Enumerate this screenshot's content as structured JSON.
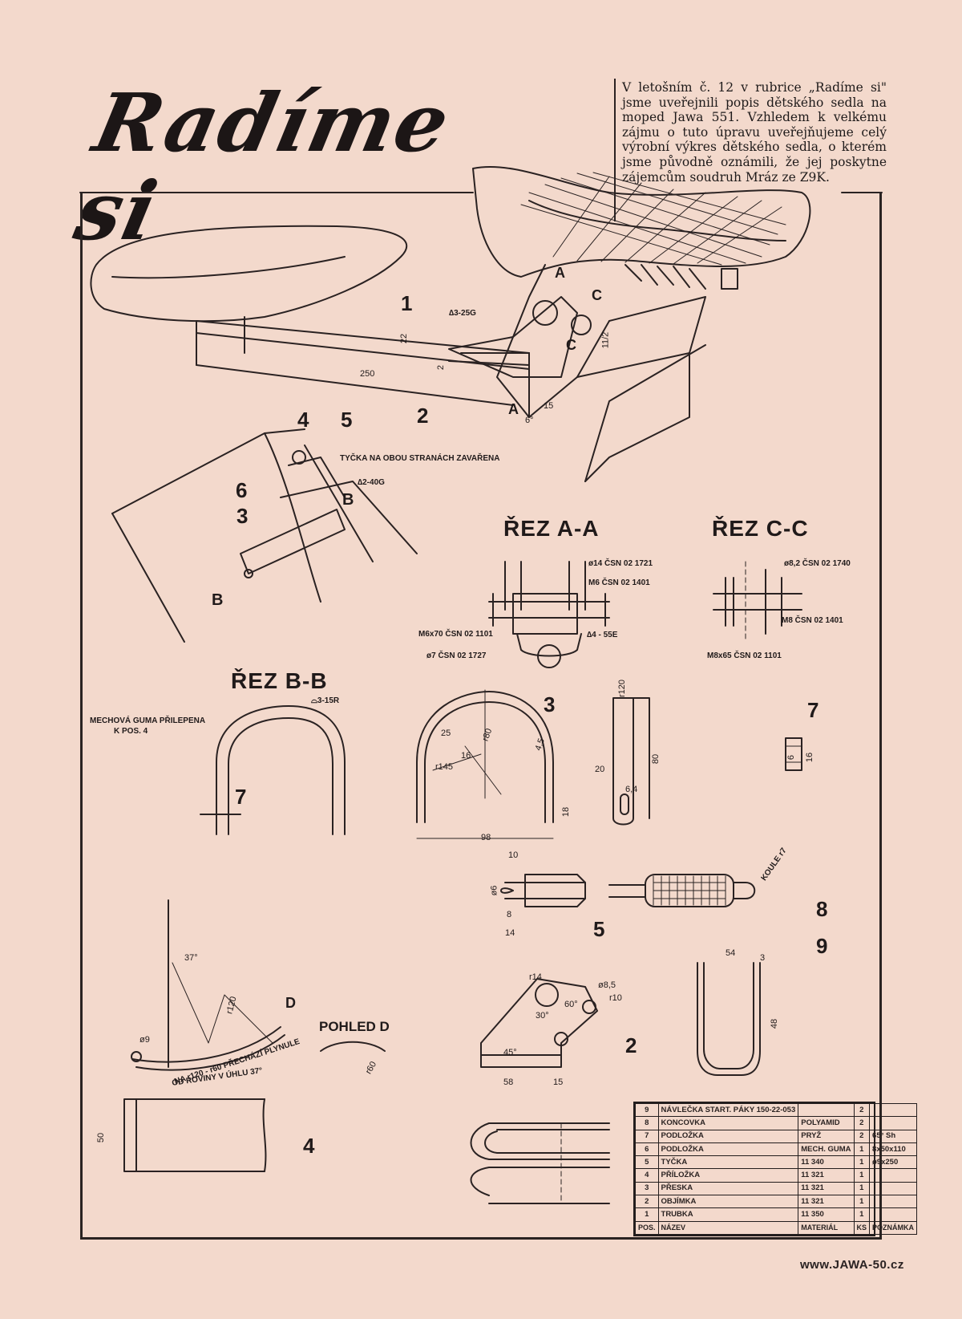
{
  "heading": "Radíme si",
  "intro": "V letošním č. 12 v rubrice „Radíme si\" jsme uveřejnili popis dětského sedla na moped Jawa 551. Vzhledem k velkému zájmu o tuto úpravu uveřejňujeme celý výrobní výkres dětského sedla, o kterém jsme původně oznámili, že jej poskytne zájemcům soudruh Mráz ze Z9K.",
  "sections": {
    "aa": "ŘEZ A-A",
    "cc": "ŘEZ C-C",
    "bb": "ŘEZ B-B",
    "d": "POHLED D"
  },
  "position_labels": [
    "1",
    "2",
    "3",
    "4",
    "5",
    "6",
    "7",
    "8",
    "9"
  ],
  "section_marks": [
    "A",
    "B",
    "C",
    "D"
  ],
  "notes": {
    "weld": "TYČKA NA OBOU STRANÁCH ZAVAŘENA",
    "rubber": "MECHOVÁ GUMA PŘILEPENA",
    "rubber_pos": "K POS. 4",
    "ball": "KOULE r7",
    "bend1": "NA r120 - r60 PŘECHÁZÍ PLYNULE",
    "bend2": "OD ROVINY V ÚHLU 37°",
    "standards": {
      "s1": "ø14 ČSN 02 1721",
      "s2": "M6 ČSN 02 1401",
      "s3": "M6x70 ČSN 02 1101",
      "s4": "ø7 ČSN 02 1727",
      "s5": "∆4 - 55E",
      "s6": "ø8,2 ČSN 02 1740",
      "s7": "M8 ČSN 02 1401",
      "s8": "M8x65 ČSN 02 1101"
    },
    "welds": {
      "w1": "∆3-25G",
      "w2": "∆2-40G",
      "w3": "⌓3-15R"
    }
  },
  "dimensions": {
    "d250": "250",
    "d22": "22",
    "d2": "2",
    "d15": "15",
    "d6deg": "6°",
    "d112": "11/2",
    "d98": "98",
    "d145": "r145",
    "d80": "r80",
    "d25": "25",
    "d16": "16",
    "d4_5": "4,5",
    "d18": "18",
    "d120": "r120",
    "d80b": "80",
    "d20": "20",
    "d64": "6,4",
    "d10": "10",
    "d8": "8",
    "d14": "14",
    "dphi6": "ø6",
    "d54": "54",
    "d3": "3",
    "d48": "48",
    "d58": "58",
    "d37": "37°",
    "d50": "50",
    "d45": "45°",
    "d30": "30°",
    "d60deg": "60°",
    "d85": "ø8,5",
    "dr10": "r10",
    "dr14": "r14",
    "dr60": "r60",
    "d9": "ø9",
    "d6": "6",
    "d16b": "16"
  },
  "parts_table": {
    "rows": [
      [
        "9",
        "NÁVLEČKA START. PÁKY 150-22-053",
        "",
        "2",
        ""
      ],
      [
        "8",
        "KONCOVKA",
        "POLYAMID",
        "2",
        ""
      ],
      [
        "7",
        "PODLOŽKA",
        "PRYŽ",
        "2",
        "65° Sh"
      ],
      [
        "6",
        "PODLOŽKA",
        "MECH. GUMA",
        "1",
        "8x50x110"
      ],
      [
        "5",
        "TYČKA",
        "11 340",
        "1",
        "ø9x250"
      ],
      [
        "4",
        "PŘÍLOŽKA",
        "11 321",
        "1",
        ""
      ],
      [
        "3",
        "PŘESKA",
        "11 321",
        "1",
        ""
      ],
      [
        "2",
        "OBJÍMKA",
        "11 321",
        "1",
        ""
      ],
      [
        "1",
        "TRUBKA",
        "11 350",
        "1",
        ""
      ]
    ],
    "header": [
      "POS.",
      "NÁZEV",
      "MATERIÁL",
      "KS",
      "POZNÁMKA"
    ]
  },
  "watermark": "www.JAWA-50.cz",
  "colors": {
    "paper": "#f3d9cc",
    "ink": "#231d1d"
  }
}
